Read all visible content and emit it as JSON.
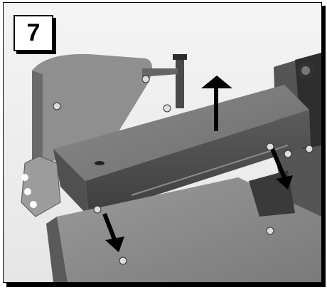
{
  "figure": {
    "step_number": "7",
    "photo_description_icon": "machine-assembly-photo",
    "arrows": [
      {
        "direction": "up",
        "color": "#000000"
      },
      {
        "direction": "down-right",
        "color": "#000000"
      },
      {
        "direction": "down-right",
        "color": "#000000"
      }
    ]
  }
}
